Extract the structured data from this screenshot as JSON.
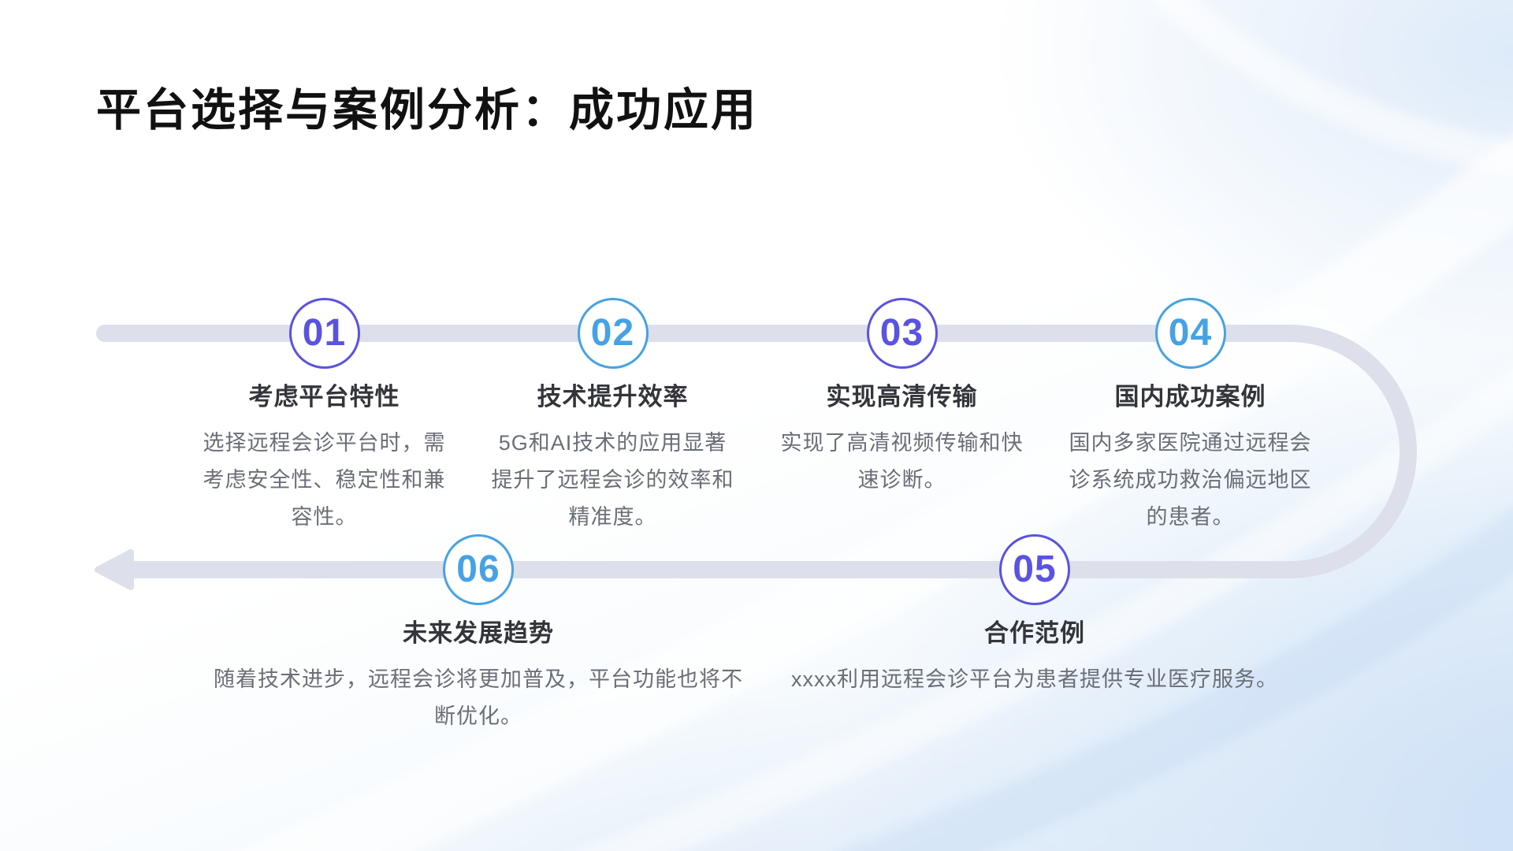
{
  "theme": {
    "accentPurple": "#5a53e2",
    "accentBlue": "#46a2e3",
    "track": "#dde0ea",
    "titleColor": "#111111",
    "headingColor": "#33353b",
    "bodyColor": "#6a6e76",
    "backgroundTint": "#e9f1fa"
  },
  "slide": {
    "title": "平台选择与案例分析：成功应用"
  },
  "timeline": {
    "direction": "top row left-to-right 01-04, wraps right side, bottom row right-to-left 05-06, ends in left arrow",
    "steps": [
      {
        "number": "01",
        "accent": "purple",
        "title": "考虑平台特性",
        "description": "选择远程会诊平台时，需考虑安全性、稳定性和兼容性。"
      },
      {
        "number": "02",
        "accent": "blue",
        "title": "技术提升效率",
        "description": "5G和AI技术的应用显著提升了远程会诊的效率和精准度。"
      },
      {
        "number": "03",
        "accent": "purple",
        "title": "实现高清传输",
        "description": "实现了高清视频传输和快速诊断。"
      },
      {
        "number": "04",
        "accent": "blue",
        "title": "国内成功案例",
        "description": "国内多家医院通过远程会诊系统成功救治偏远地区的患者。"
      },
      {
        "number": "05",
        "accent": "purple",
        "title": "合作范例",
        "description": "xxxx利用远程会诊平台为患者提供专业医疗服务。"
      },
      {
        "number": "06",
        "accent": "blue",
        "title": "未来发展趋势",
        "description": "随着技术进步，远程会诊将更加普及，平台功能也将不断优化。"
      }
    ]
  }
}
